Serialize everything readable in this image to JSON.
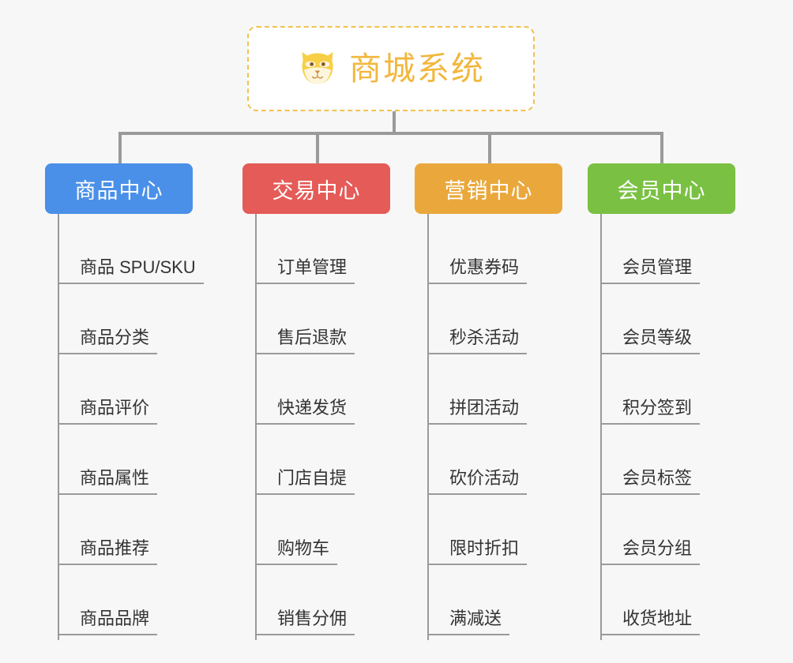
{
  "page": {
    "background_color": "#f7f7f7",
    "connector_color": "#9a9a9a"
  },
  "root": {
    "title": "商城系统",
    "icon": "shiba-dog-icon",
    "text_color": "#f2b73d",
    "border_color": "#f2c14e",
    "background_color": "#ffffff"
  },
  "categories": [
    {
      "label": "商品中心",
      "color": "#4a90e8",
      "items": [
        "商品 SPU/SKU",
        "商品分类",
        "商品评价",
        "商品属性",
        "商品推荐",
        "商品品牌"
      ]
    },
    {
      "label": "交易中心",
      "color": "#e45b57",
      "items": [
        "订单管理",
        "售后退款",
        "快递发货",
        "门店自提",
        "购物车",
        "销售分佣"
      ]
    },
    {
      "label": "营销中心",
      "color": "#eaa83c",
      "items": [
        "优惠券码",
        "秒杀活动",
        "拼团活动",
        "砍价活动",
        "限时折扣",
        "满减送"
      ]
    },
    {
      "label": "会员中心",
      "color": "#7ac143",
      "items": [
        "会员管理",
        "会员等级",
        "积分签到",
        "会员标签",
        "会员分组",
        "收货地址"
      ]
    }
  ]
}
